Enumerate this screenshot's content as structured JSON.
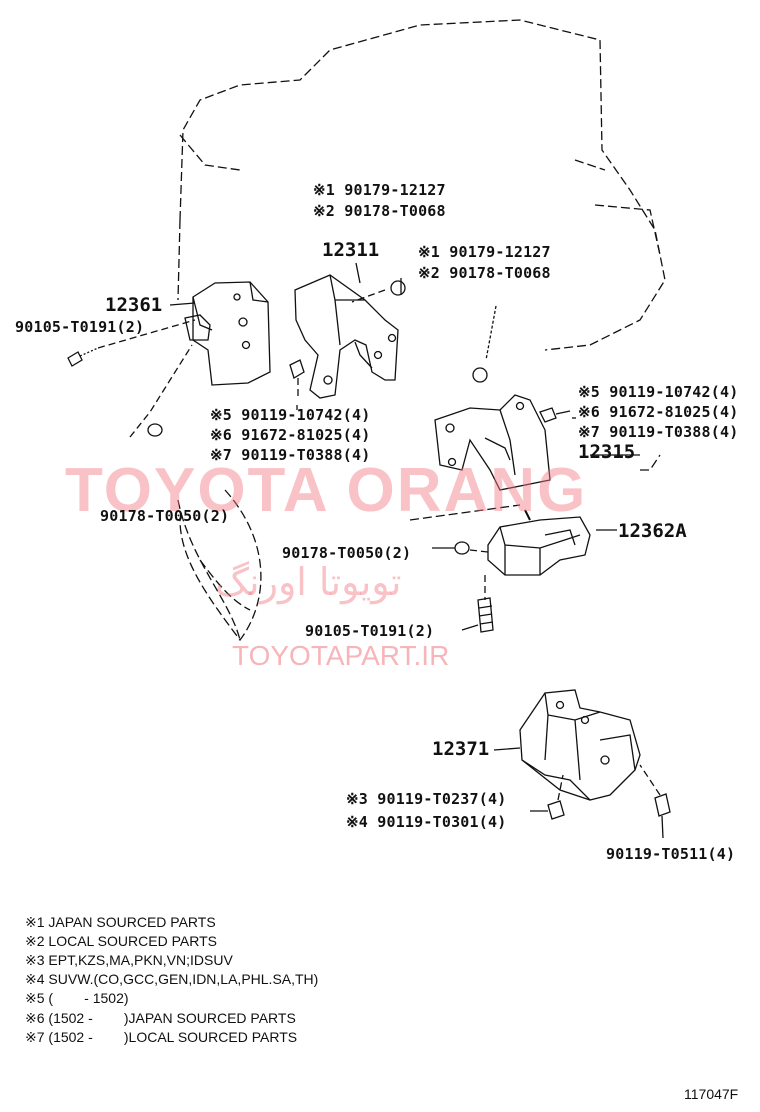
{
  "labels": {
    "p12361": "12361",
    "p12311": "12311",
    "p12315": "12315",
    "p12362A": "12362A",
    "p12371": "12371",
    "bolt_left": "90105-T0191(2)",
    "nut_left": "90178-T0050(2)",
    "nut_mid": "90178-T0050(2)",
    "bolt_mid": "90105-T0191(2)",
    "top_a1": "※1 90179-12127",
    "top_a2": "※2 90178-T0068",
    "top_b1": "※1 90179-12127",
    "top_b2": "※2 90178-T0068",
    "mid_l5": "※5 90119-10742(4)",
    "mid_l6": "※6 91672-81025(4)",
    "mid_l7": "※7 90119-T0388(4)",
    "mid_r5": "※5 90119-10742(4)",
    "mid_r6": "※6 91672-81025(4)",
    "mid_r7": "※7 90119-T0388(4)",
    "low3": "※3 90119-T0237(4)",
    "low4": "※4 90119-T0301(4)",
    "low_right": "90119-T0511(4)"
  },
  "notes": [
    "※1 JAPAN SOURCED PARTS",
    "※2 LOCAL SOURCED PARTS",
    "※3 EPT,KZS,MA,PKN,VN;IDSUV",
    "※4 SUVW.(CO,GCC,GEN,IDN,LA,PHL.SA,TH)",
    "※5 (        - 1502)",
    "※6 (1502 -        )JAPAN SOURCED PARTS",
    "※7 (1502 -        )LOCAL SOURCED PARTS"
  ],
  "watermark": {
    "main": "TOYOTA ORANG",
    "persian": "تویوتا اورنگ",
    "site": "TOYOTAPART.IR"
  },
  "figure_code": "117047F"
}
